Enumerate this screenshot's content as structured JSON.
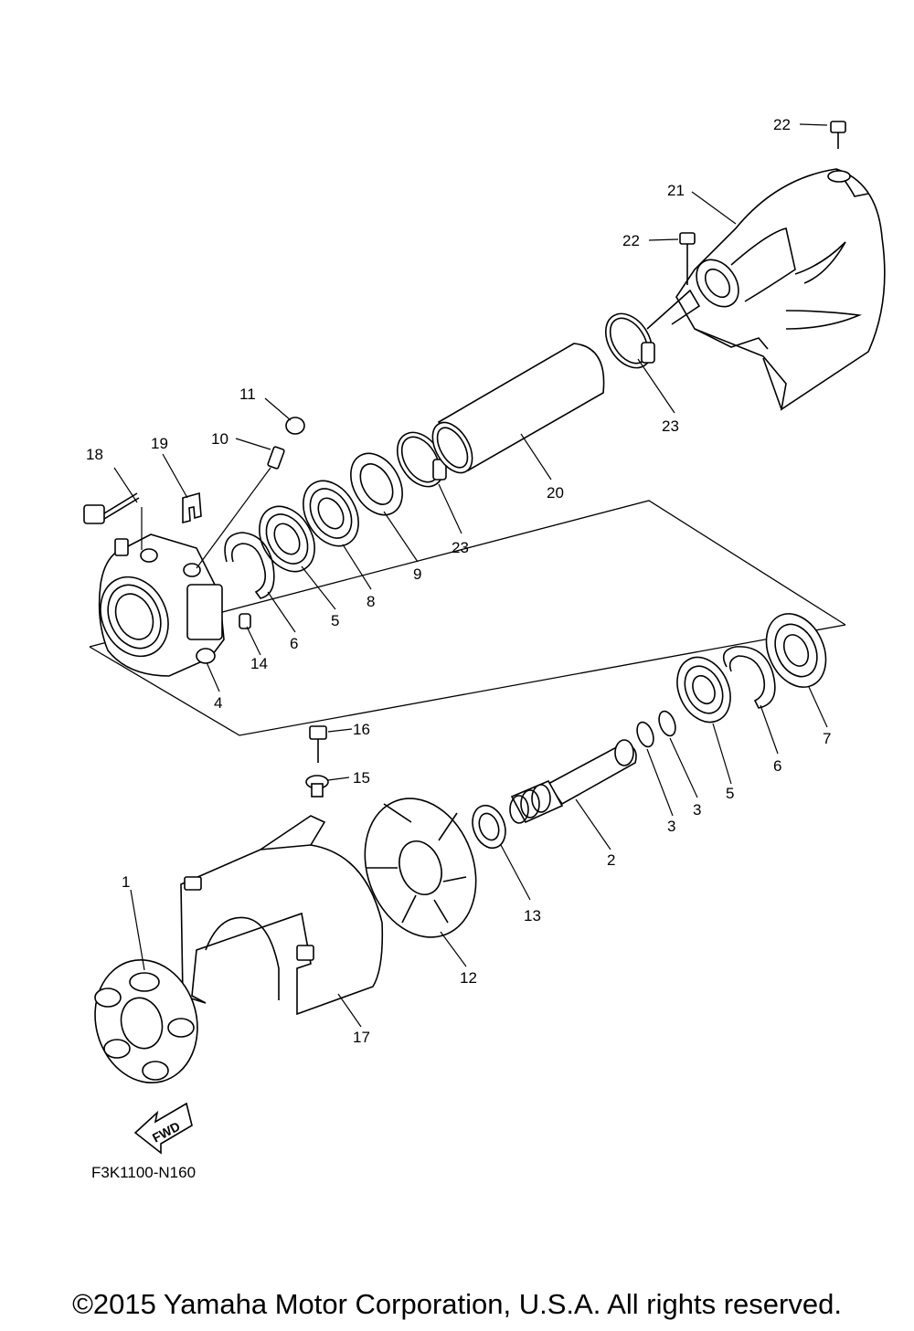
{
  "diagram": {
    "drawing_code": "F3K1100-N160",
    "direction_badge": "FWD",
    "copyright": "©2015 Yamaha Motor Corporation, U.S.A. All rights reserved.",
    "callouts": {
      "p1": "1",
      "p2": "2",
      "p3a": "3",
      "p3b": "3",
      "p4": "4",
      "p5a": "5",
      "p5b": "5",
      "p6a": "6",
      "p6b": "6",
      "p7": "7",
      "p8": "8",
      "p9": "9",
      "p10": "10",
      "p11": "11",
      "p12": "12",
      "p13": "13",
      "p14": "14",
      "p15": "15",
      "p16": "16",
      "p17": "17",
      "p18": "18",
      "p19": "19",
      "p20": "20",
      "p21": "21",
      "p22a": "22",
      "p22b": "22",
      "p23a": "23",
      "p23b": "23"
    }
  }
}
